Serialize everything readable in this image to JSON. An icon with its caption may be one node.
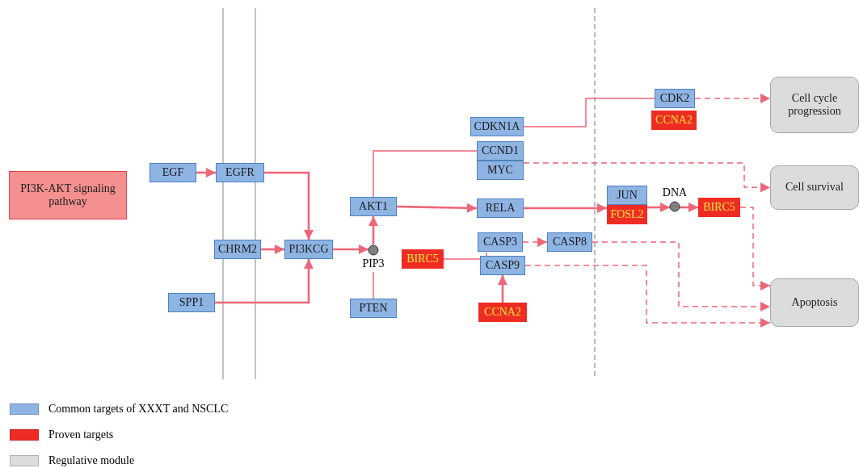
{
  "diagram": {
    "nodes": [
      {
        "text": [
          "PI3K-AKT signaling pathway"
        ]
      },
      {
        "text": [
          "EGF"
        ]
      },
      {
        "text": [
          "EGFR"
        ]
      },
      {
        "text": [
          "CHRM2"
        ]
      },
      {
        "text": [
          "SPP1"
        ]
      },
      {
        "text": [
          "PI3KCG"
        ]
      },
      {
        "text": [
          "PIP3"
        ]
      },
      {
        "text": [
          "AKT1"
        ]
      },
      {
        "text": [
          "PTEN"
        ]
      },
      {
        "text": [
          "CDKN1A"
        ]
      },
      {
        "text": [
          "CCND1"
        ]
      },
      {
        "text": [
          "MYC"
        ]
      },
      {
        "text": [
          "RELA"
        ]
      },
      {
        "text": [
          "BIRC5"
        ]
      },
      {
        "text": [
          "CASP3"
        ]
      },
      {
        "text": [
          "CASP9"
        ]
      },
      {
        "text": [
          "CASP8"
        ]
      },
      {
        "text": [
          "CCNA2"
        ]
      },
      {
        "text": [
          "CDK2"
        ]
      },
      {
        "text": [
          "CCNA2"
        ]
      },
      {
        "text": [
          "JUN"
        ]
      },
      {
        "text": [
          "FOSL2"
        ]
      },
      {
        "text": [
          "DNA"
        ]
      },
      {
        "text": [
          "BIRC5"
        ]
      },
      {
        "text": [
          "Cell cycle progression"
        ]
      },
      {
        "text": [
          "Cell survival"
        ]
      },
      {
        "text": [
          "Apoptosis"
        ]
      }
    ],
    "edges": [
      {
        "from": 1,
        "to": 2,
        "arrow": "to"
      },
      {
        "from": 2,
        "to": 5,
        "arrow": "to"
      },
      {
        "from": 3,
        "to": 5,
        "arrow": "to"
      },
      {
        "from": 4,
        "to": 5,
        "arrow": "to"
      },
      {
        "from": 5,
        "to": 6,
        "arrow": "to"
      },
      {
        "from": 6,
        "to": 7,
        "arrow": "to"
      },
      {
        "from": 8,
        "to": 6,
        "arrow": "none"
      },
      {
        "from": 7,
        "to": 10,
        "arrow": "other"
      },
      {
        "from": 7,
        "to": 12,
        "arrow": "to"
      },
      {
        "from": 9,
        "to": 18,
        "arrow": "other"
      },
      {
        "from": 18,
        "to": 24,
        "arrow": "to",
        "style": "dashed"
      },
      {
        "from": 11,
        "to": 25,
        "arrow": "to",
        "style": "dashed"
      },
      {
        "from": 12,
        "to": 21,
        "arrow": "to"
      },
      {
        "from": 21,
        "to": 22,
        "arrow": "to"
      },
      {
        "from": 22,
        "to": 23,
        "arrow": "to"
      },
      {
        "from": 23,
        "to": 26,
        "arrow": "to",
        "style": "dashed"
      },
      {
        "from": 13,
        "to": 15,
        "arrow": "other"
      },
      {
        "from": 14,
        "to": 16,
        "arrow": "to",
        "style": "dashed"
      },
      {
        "from": 16,
        "to": 26,
        "arrow": "to",
        "style": "dashed"
      },
      {
        "from": 15,
        "to": 26,
        "arrow": "to",
        "style": "dashed"
      },
      {
        "from": 17,
        "to": 15,
        "arrow": "to"
      }
    ],
    "legend": [
      {
        "text": "Common targets of XXXT and NSCLC",
        "color": "#8eb4e3"
      },
      {
        "text": "Proven targets",
        "color": "#ee2c24"
      },
      {
        "text": "Regulative module",
        "color": "#dcdcdc"
      }
    ]
  }
}
